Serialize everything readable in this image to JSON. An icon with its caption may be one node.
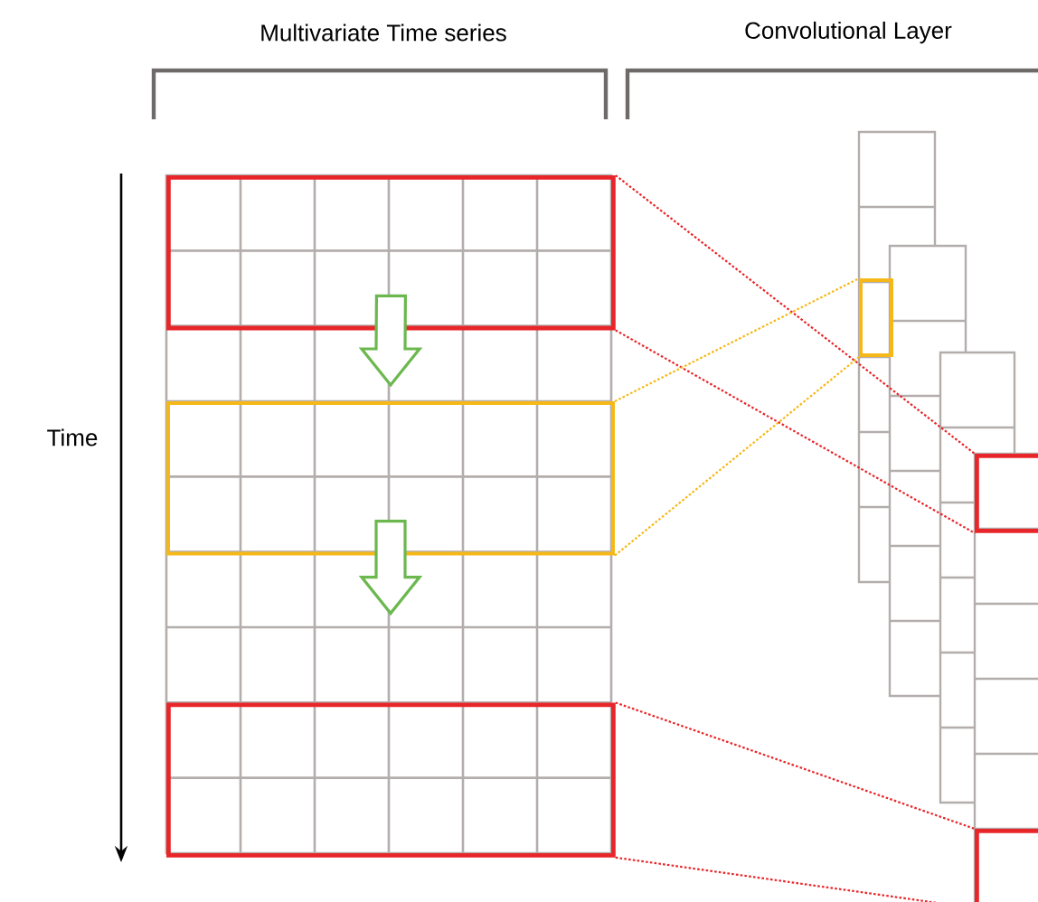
{
  "diagram": {
    "nodes": [
      {
        "text": [],
        "shape": "box"
      },
      {
        "text": [],
        "shape": "box"
      },
      {
        "text": [],
        "shape": "box"
      },
      {
        "text": [],
        "shape": "box"
      },
      {
        "text": [],
        "shape": "box"
      },
      {
        "text": [],
        "shape": "box"
      }
    ],
    "edges": [
      {
        "from": 0,
        "to": 1,
        "arrow": "to",
        "style": "thick",
        "color": "#6cb84f"
      },
      {
        "from": 1,
        "to": null,
        "arrow": "to",
        "style": "thick",
        "color": "#6cb84f"
      },
      {
        "from": 0,
        "to": 3,
        "arrow": "none",
        "style": "dashed"
      },
      {
        "from": 0,
        "to": 3,
        "arrow": "none",
        "style": "dashed"
      },
      {
        "from": 1,
        "to": 4,
        "arrow": "none",
        "style": "dashed",
        "color": "#f6b818"
      },
      {
        "from": 1,
        "to": 4,
        "arrow": "none",
        "style": "dashed",
        "color": "#f6b818"
      },
      {
        "from": 2,
        "to": 5,
        "arrow": "none",
        "style": "dashed"
      },
      {
        "from": 2,
        "to": 5,
        "arrow": "none",
        "style": "dashed"
      }
    ],
    "labels": [
      "Multivariate Time series",
      "Convolutional Layer",
      "Time"
    ]
  }
}
